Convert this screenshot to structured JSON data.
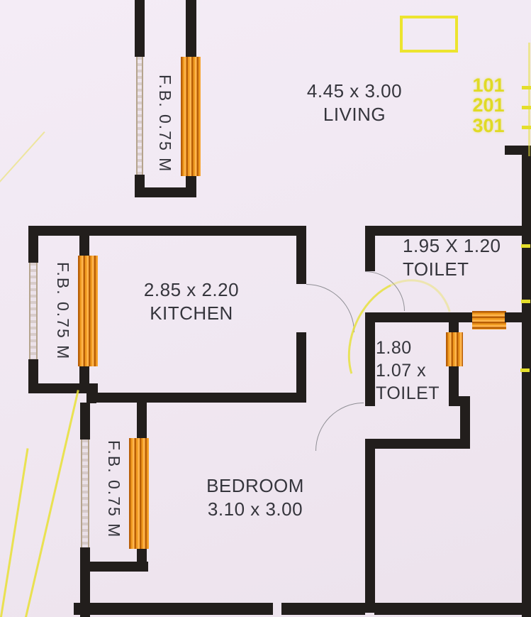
{
  "colors": {
    "background": "#f1e8f2",
    "wall": "#221e1c",
    "window_orange": "#f09a20",
    "highlight_yellow": "#e8e02c",
    "label_text": "#35353c"
  },
  "rooms": {
    "living": {
      "dims": "4.45 x 3.00",
      "name": "LIVING"
    },
    "kitchen": {
      "dims": "2.85 x 2.20",
      "name": "KITCHEN"
    },
    "toilet_large": {
      "dims": "1.95 X 1.20",
      "name": "TOILET"
    },
    "toilet_small": {
      "dim1": "1.80",
      "dim2": "1.07 x",
      "name": "TOILET"
    },
    "bedroom": {
      "name": "BEDROOM",
      "dims": "3.10 x 3.00"
    }
  },
  "flower_beds": {
    "top": "F.B. 0.75 M",
    "kitchen": "F.B. 0.75 M",
    "bedroom": "F.B. 0.75 M"
  },
  "unit_numbers": [
    "101",
    "201",
    "301"
  ]
}
